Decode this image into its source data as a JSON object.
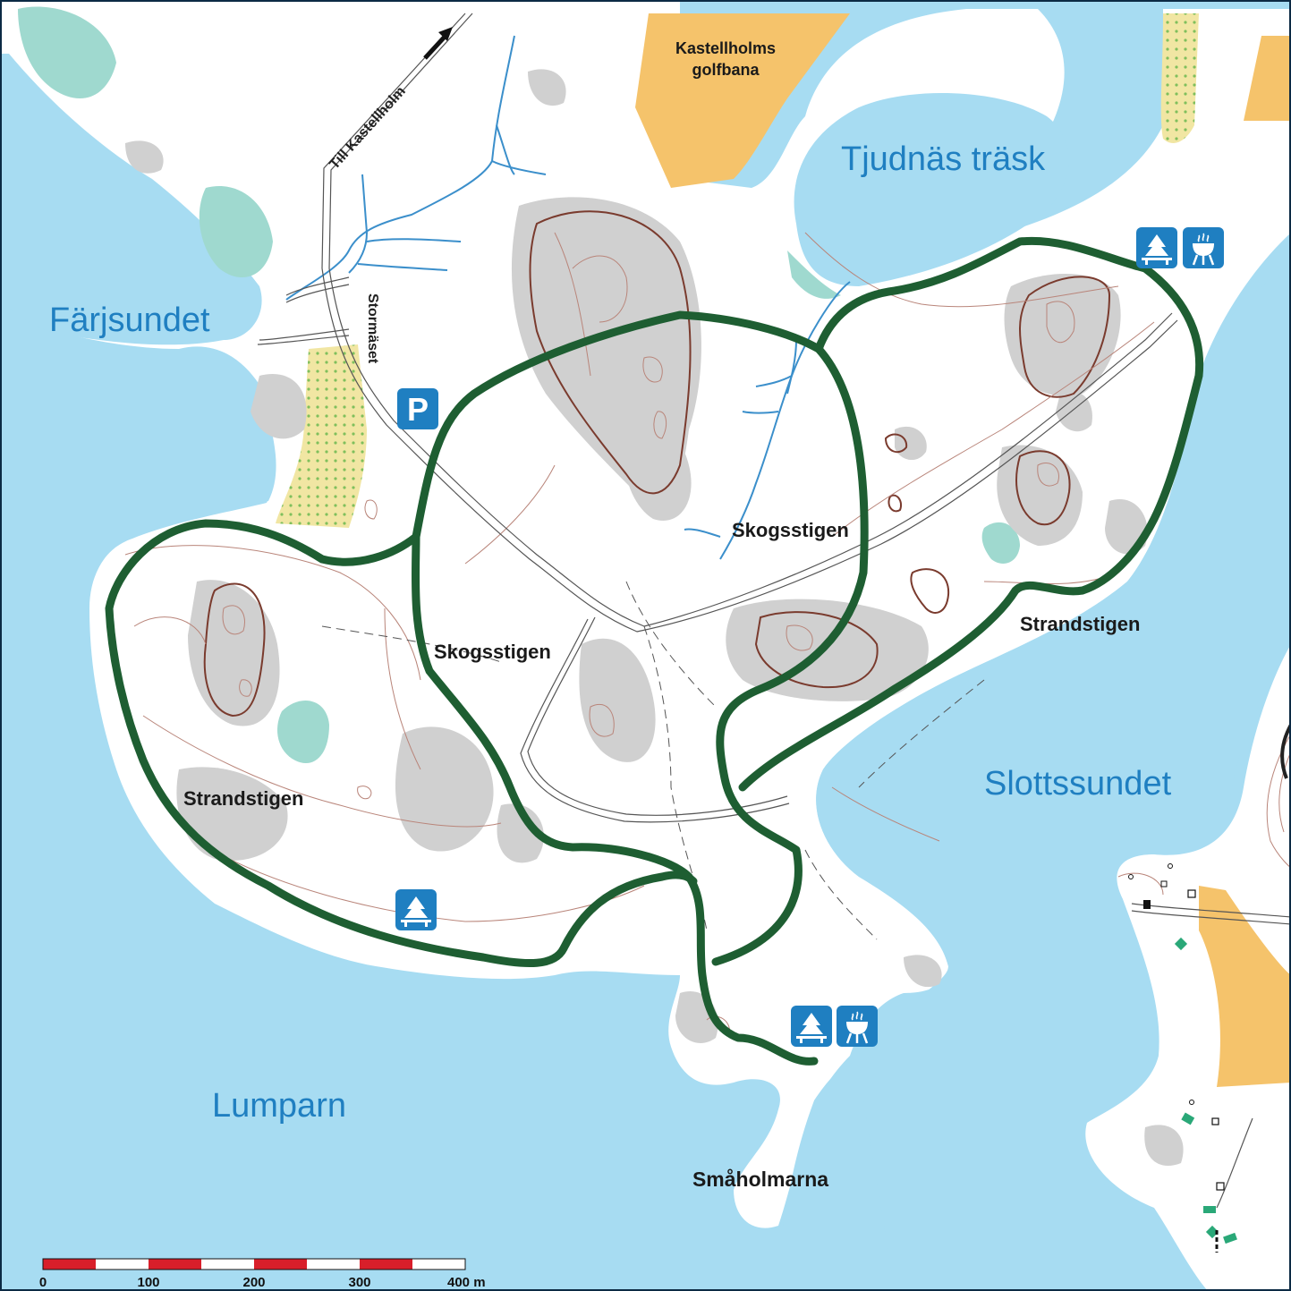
{
  "water_labels": {
    "farjsundet": "Färjsundet",
    "tjudnas": "Tjudnäs träsk",
    "slottssundet": "Slottssundet",
    "lumparn": "Lumparn"
  },
  "place_labels": {
    "golf_line1": "Kastellholms",
    "golf_line2": "golfbana",
    "smaholmarna": "Småholmarna",
    "till_kastellholm": "Till Kastellholm",
    "stormaset": "Stormäset"
  },
  "trail_labels": {
    "skogsstigen_north": "Skogsstigen",
    "skogsstigen_west": "Skogsstigen",
    "strandstigen_east": "Strandstigen",
    "strandstigen_west": "Strandstigen"
  },
  "symbols": {
    "parking": "P",
    "picnic": "picnic-table-icon",
    "grill": "grill-icon"
  },
  "scale_bar": {
    "ticks": [
      "0",
      "100",
      "200",
      "300",
      "400 m"
    ]
  },
  "colors": {
    "water": "#a7dcf2",
    "land": "#ffffff",
    "trail": "#1e5e32",
    "golf": "#f5c36b",
    "contour": "#7a3b2e",
    "stream": "#3b8fcb",
    "rock": "#cfcfcf",
    "symbol": "#1f7fc1"
  }
}
